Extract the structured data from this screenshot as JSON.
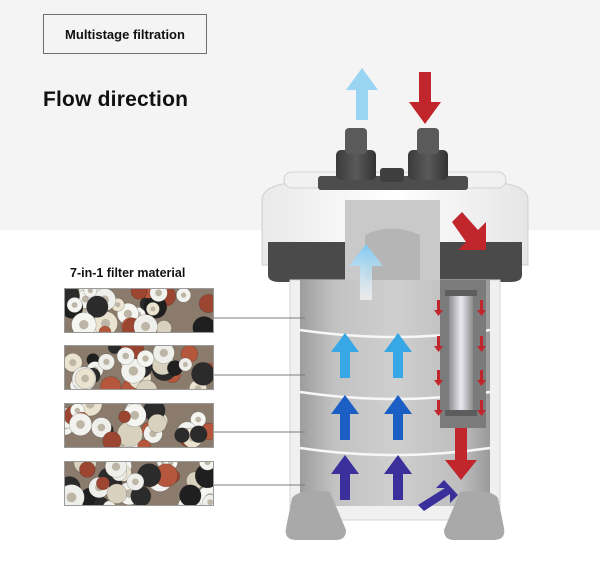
{
  "header": {
    "tag_label": "Multistage filtration",
    "title": "Flow direction"
  },
  "media": {
    "title": "7-in-1 filter material",
    "layers": [
      {
        "name": "layer-1"
      },
      {
        "name": "layer-2"
      },
      {
        "name": "layer-3"
      },
      {
        "name": "layer-4"
      }
    ]
  },
  "colors": {
    "outflow_arrow": "#8fd0f2",
    "inflow_arrow": "#c0262c",
    "arrow_light_blue": "#37a7e6",
    "arrow_blue": "#1c5fc4",
    "arrow_indigo": "#3b2f9c",
    "canister_gray": "#b9b9b9"
  }
}
